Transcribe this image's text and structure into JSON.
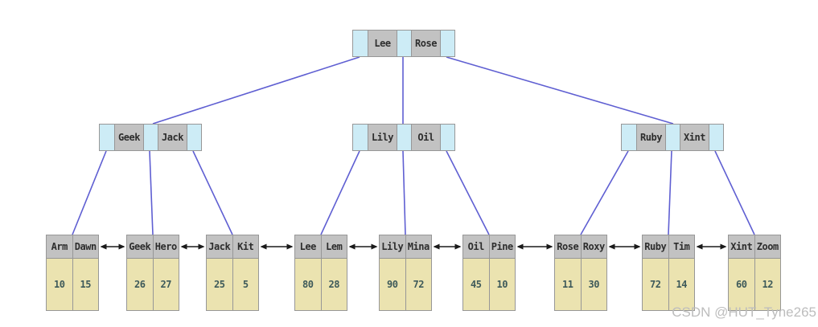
{
  "diagram_type": "B+ tree",
  "colors": {
    "ptr": "#cdecf6",
    "key": "#c2c2c2",
    "tan": "#ebe3b0",
    "border": "#979797",
    "edge": "#5f5fd2",
    "arrow": "#1a1a1a",
    "ink": "#2d2d2d",
    "val": "#3e5a5a",
    "wm": "#bdbdbd"
  },
  "tree": {
    "root": {
      "keys": [
        "Lee",
        "Rose"
      ]
    },
    "internal": [
      {
        "keys": [
          "Geek",
          "Jack"
        ]
      },
      {
        "keys": [
          "Lily",
          "Oil"
        ]
      },
      {
        "keys": [
          "Ruby",
          "Xint"
        ]
      }
    ],
    "leaves": [
      {
        "keys": [
          "Arm",
          "Dawn"
        ],
        "values": [
          "10",
          "15"
        ]
      },
      {
        "keys": [
          "Geek",
          "Hero"
        ],
        "values": [
          "26",
          "27"
        ]
      },
      {
        "keys": [
          "Jack",
          "Kit"
        ],
        "values": [
          "25",
          "5"
        ]
      },
      {
        "keys": [
          "Lee",
          "Lem"
        ],
        "values": [
          "80",
          "28"
        ]
      },
      {
        "keys": [
          "Lily",
          "Mina"
        ],
        "values": [
          "90",
          "72"
        ]
      },
      {
        "keys": [
          "Oil",
          "Pine"
        ],
        "values": [
          "45",
          "10"
        ]
      },
      {
        "keys": [
          "Rose",
          "Roxy"
        ],
        "values": [
          "11",
          "30"
        ]
      },
      {
        "keys": [
          "Ruby",
          "Tim"
        ],
        "values": [
          "72",
          "14"
        ]
      },
      {
        "keys": [
          "Xint",
          "Zoom"
        ],
        "values": [
          "60",
          "12"
        ]
      }
    ]
  },
  "watermark": "CSDN @HUT_Tyne265"
}
